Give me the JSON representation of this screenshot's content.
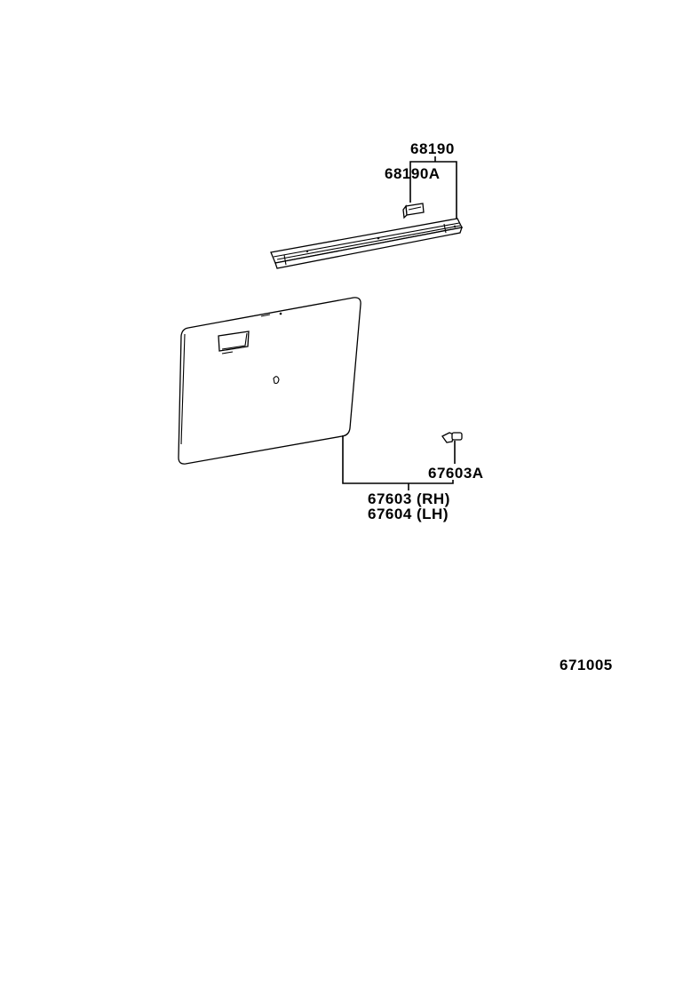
{
  "diagram": {
    "labels": {
      "p68190": "68190",
      "p68190A": "68190A",
      "p67603A": "67603A",
      "p67603": "67603 (RH)",
      "p67604": "67604 (LH)",
      "figure_number": "671005"
    },
    "parts": [
      {
        "id": "weatherstrip",
        "icon": "door-belt-moulding"
      },
      {
        "id": "clip-68190A",
        "icon": "retainer-clip"
      },
      {
        "id": "trim-board",
        "icon": "door-trim-board"
      },
      {
        "id": "clip-67603A",
        "icon": "trim-clip"
      }
    ]
  }
}
